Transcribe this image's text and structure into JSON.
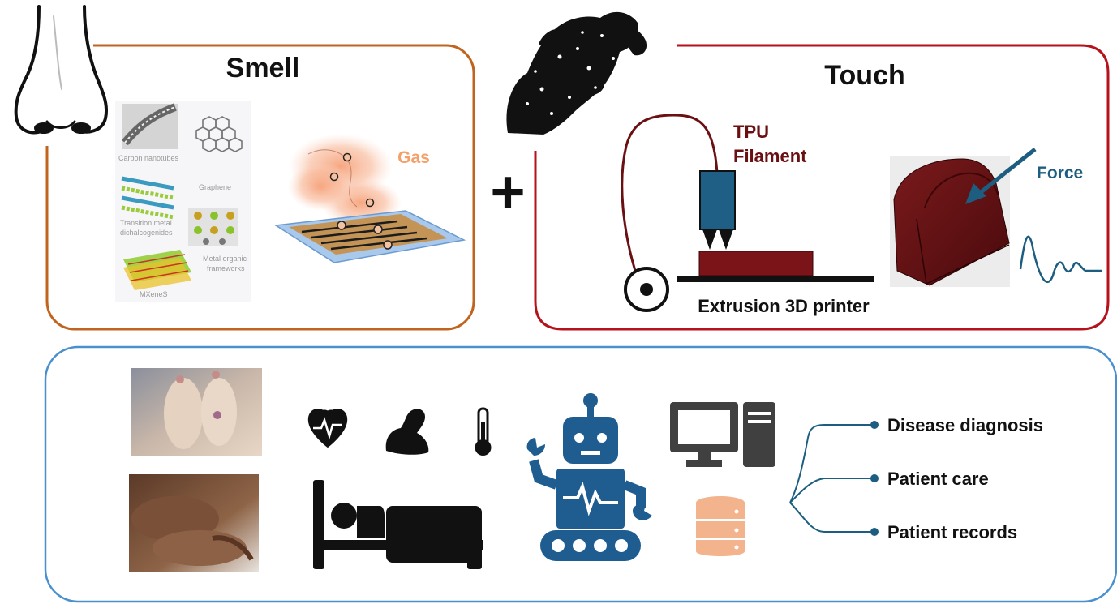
{
  "smell_panel": {
    "title": "Smell",
    "gas_label": "Gas",
    "materials": {
      "carbon_nanotubes": "Carbon nanotubes",
      "graphene": "Graphene",
      "tmd_line1": "Transition metal",
      "tmd_line2": "dichalcogenides",
      "mof_line1": "Metal organic",
      "mof_line2": "frameworks",
      "mxenes": "MXeneS"
    }
  },
  "plus_sign": "+",
  "touch_panel": {
    "title": "Touch",
    "filament_line1": "TPU",
    "filament_line2": "Filament",
    "printer_label": "Extrusion 3D printer",
    "force_label": "Force"
  },
  "outcomes": [
    {
      "label": "Disease diagnosis"
    },
    {
      "label": "Patient care"
    },
    {
      "label": "Patient records"
    }
  ],
  "colors": {
    "smell_border": "#c0641f",
    "touch_border": "#b5121b",
    "bottom_border": "#4a8fce",
    "gas_orange": "#f4a06a",
    "filament_maroon": "#6a0f12",
    "force_blue": "#1d5e80",
    "robot_blue": "#1f5d91",
    "database_peach": "#f3b38c",
    "branch_teal": "#1d5e80"
  }
}
